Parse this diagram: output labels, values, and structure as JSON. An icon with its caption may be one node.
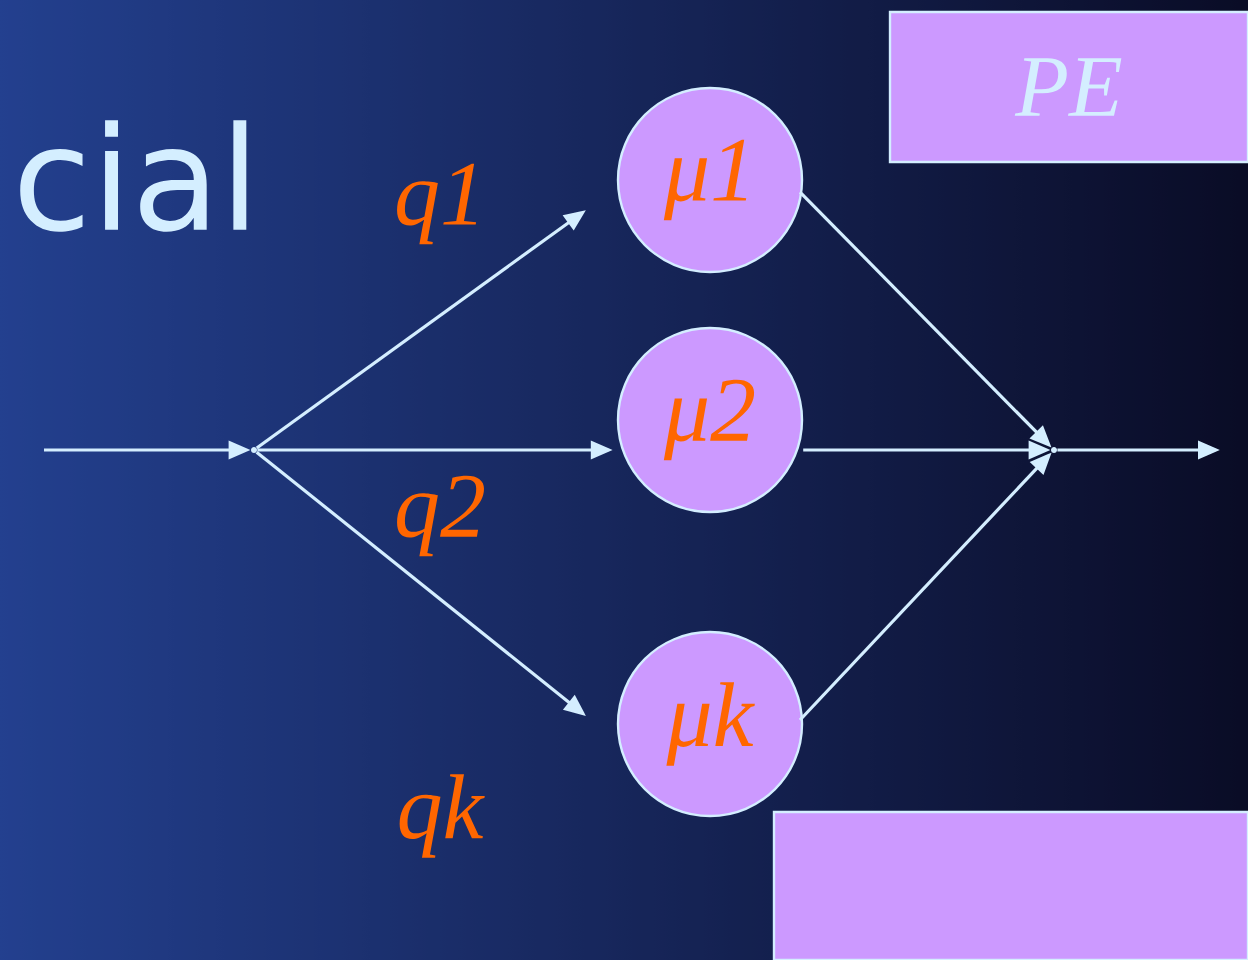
{
  "diagram": {
    "nodes": [
      {
        "text": [
          "PE"
        ]
      },
      {
        "text": [],
        "shape": "point"
      },
      {
        "text": [
          "μ1"
        ]
      },
      {
        "text": [
          "μ2"
        ]
      },
      {
        "text": [
          "μk"
        ]
      },
      {
        "text": [],
        "shape": "point"
      },
      {
        "text": [],
        "shape": "box"
      }
    ],
    "edges": [
      {
        "from": null,
        "to": 1,
        "arrow": "to"
      },
      {
        "from": 1,
        "to": 2,
        "arrow": "to",
        "label": "q1"
      },
      {
        "from": 1,
        "to": 3,
        "arrow": "to",
        "label": "q2"
      },
      {
        "from": 1,
        "to": 4,
        "arrow": "to",
        "label": "qk"
      },
      {
        "from": 2,
        "to": 5,
        "arrow": "to"
      },
      {
        "from": 3,
        "to": 5,
        "arrow": "to"
      },
      {
        "from": 4,
        "to": 5,
        "arrow": "to"
      },
      {
        "from": 5,
        "to": null,
        "arrow": "to"
      }
    ],
    "labels": [
      "cial"
    ]
  }
}
